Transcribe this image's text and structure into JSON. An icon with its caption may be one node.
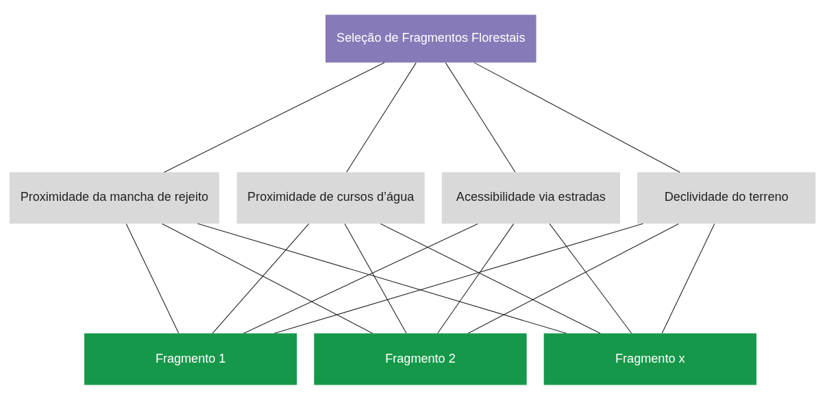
{
  "diagram": {
    "nodes": [
      {
        "text": [
          "Seleção de Fragmentos Florestais"
        ]
      },
      {
        "text": [
          "Proximidade da mancha de rejeito"
        ]
      },
      {
        "text": [
          "Proximidade de cursos d’água"
        ]
      },
      {
        "text": [
          "Acessibilidade via estradas"
        ]
      },
      {
        "text": [
          "Declividade do terreno"
        ]
      },
      {
        "text": [
          "Fragmento 1"
        ]
      },
      {
        "text": [
          "Fragmento 2"
        ]
      },
      {
        "text": [
          "Fragmento x"
        ]
      }
    ],
    "edges": [
      {
        "from": 0,
        "to": 1,
        "arrow": "none"
      },
      {
        "from": 0,
        "to": 2,
        "arrow": "none"
      },
      {
        "from": 0,
        "to": 3,
        "arrow": "none"
      },
      {
        "from": 0,
        "to": 4,
        "arrow": "none"
      },
      {
        "from": 1,
        "to": 5,
        "arrow": "none"
      },
      {
        "from": 1,
        "to": 6,
        "arrow": "none"
      },
      {
        "from": 1,
        "to": 7,
        "arrow": "none"
      },
      {
        "from": 2,
        "to": 5,
        "arrow": "none"
      },
      {
        "from": 2,
        "to": 6,
        "arrow": "none"
      },
      {
        "from": 2,
        "to": 7,
        "arrow": "none"
      },
      {
        "from": 3,
        "to": 5,
        "arrow": "none"
      },
      {
        "from": 3,
        "to": 6,
        "arrow": "none"
      },
      {
        "from": 3,
        "to": 7,
        "arrow": "none"
      },
      {
        "from": 4,
        "to": 5,
        "arrow": "none"
      },
      {
        "from": 4,
        "to": 6,
        "arrow": "none"
      },
      {
        "from": 4,
        "to": 7,
        "arrow": "none"
      }
    ]
  }
}
